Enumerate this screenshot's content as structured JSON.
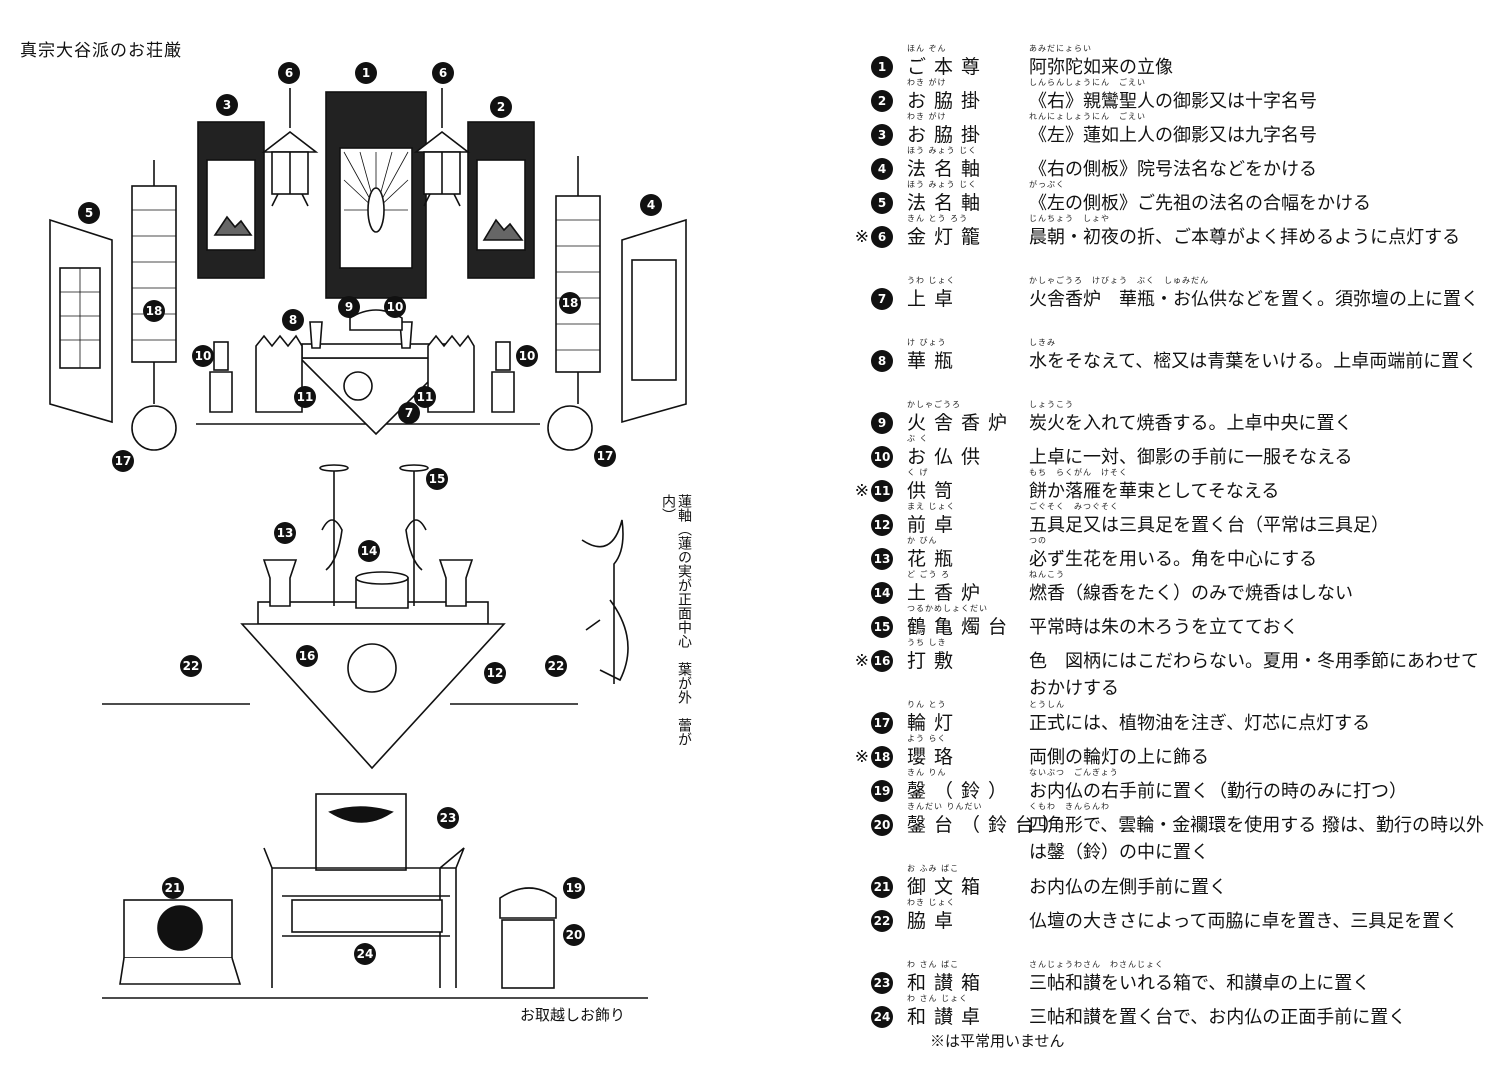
{
  "title": "真宗大谷派のお荘厳",
  "caption": "お取越しお飾り",
  "vertical_note": "蓮軸（蓮の実が正面中心　葉が外　蕾が内）",
  "footnote": "※は平常用いません",
  "items": [
    {
      "mark": "",
      "num": "1",
      "ruby": "ほん ぞん",
      "term": "ご本尊",
      "druby": "あみだにょらい",
      "desc": "阿弥陀如来の立像"
    },
    {
      "mark": "",
      "num": "2",
      "ruby": "わき がけ",
      "term": "お脇掛",
      "druby": "しんらんしょうにん　ごえい",
      "desc": "《右》親鸞聖人の御影又は十字名号"
    },
    {
      "mark": "",
      "num": "3",
      "ruby": "わき がけ",
      "term": "お脇掛",
      "druby": "れんにょしょうにん　ごえい",
      "desc": "《左》蓮如上人の御影又は九字名号"
    },
    {
      "mark": "",
      "num": "4",
      "ruby": "ほう みょう じく",
      "term": "法名軸",
      "druby": "",
      "desc": "《右の側板》院号法名などをかける"
    },
    {
      "mark": "",
      "num": "5",
      "ruby": "ほう みょう じく",
      "term": "法名軸",
      "druby": "がっぷく",
      "desc": "《左の側板》ご先祖の法名の合幅をかける"
    },
    {
      "mark": "※",
      "num": "6",
      "ruby": "きん とう ろう",
      "term": "金灯籠",
      "druby": "じんちょう　しょや",
      "desc": "晨朝・初夜の折、ご本尊がよく拝めるように点灯する"
    },
    {
      "mark": "",
      "num": "7",
      "ruby": "うわ じょく",
      "term": "上卓",
      "druby": "かしゃごうろ　けびょう　ぶく　しゅみだん",
      "desc": "火舎香炉　華瓶・お仏供などを置く。須弥壇の上に置く"
    },
    {
      "mark": "",
      "num": "8",
      "ruby": "け びょう",
      "term": "華瓶",
      "druby": "しきみ",
      "desc": "水をそなえて、樒又は青葉をいける。上卓両端前に置く"
    },
    {
      "mark": "",
      "num": "9",
      "ruby": "かしゃごうろ",
      "term": "火舎香炉",
      "druby": "しょうこう",
      "desc": "炭火を入れて焼香する。上卓中央に置く"
    },
    {
      "mark": "",
      "num": "10",
      "ruby": "ぶ く",
      "term": "お仏供",
      "druby": "",
      "desc": "上卓に一対、御影の手前に一服そなえる"
    },
    {
      "mark": "※",
      "num": "11",
      "ruby": "く げ",
      "term": "供笥",
      "druby": "もち　らくがん　けそく",
      "desc": "餅か落雁を華束としてそなえる"
    },
    {
      "mark": "",
      "num": "12",
      "ruby": "まえ じょく",
      "term": "前卓",
      "druby": "ごぐそく　みつぐそく",
      "desc": "五具足又は三具足を置く台（平常は三具足）"
    },
    {
      "mark": "",
      "num": "13",
      "ruby": "か びん",
      "term": "花瓶",
      "druby": "つの",
      "desc": "必ず生花を用いる。角を中心にする"
    },
    {
      "mark": "",
      "num": "14",
      "ruby": "ど ごう ろ",
      "term": "土香炉",
      "druby": "ねんこう",
      "desc": "燃香（線香をたく）のみで焼香はしない"
    },
    {
      "mark": "",
      "num": "15",
      "ruby": "つるかめしょくだい",
      "term": "鶴亀燭台",
      "druby": "",
      "desc": "平常時は朱の木ろうを立てておく"
    },
    {
      "mark": "※",
      "num": "16",
      "ruby": "うち しき",
      "term": "打敷",
      "druby": "",
      "desc": "色　図柄にはこだわらない。夏用・冬用季節にあわせておかけする"
    },
    {
      "mark": "",
      "num": "17",
      "ruby": "りん とう",
      "term": "輪灯",
      "druby": "とうしん",
      "desc": "正式には、植物油を注ぎ、灯芯に点灯する"
    },
    {
      "mark": "※",
      "num": "18",
      "ruby": "よう らく",
      "term": "瓔珞",
      "druby": "",
      "desc": "両側の輪灯の上に飾る"
    },
    {
      "mark": "",
      "num": "19",
      "ruby": "きん りん",
      "term": "鏧（鈴）",
      "druby": "ないぶつ　ごんぎょう",
      "desc": "お内仏の右手前に置く（勤行の時のみに打つ）"
    },
    {
      "mark": "",
      "num": "20",
      "ruby": "きんだい りんだい",
      "term": "鏧台（鈴台）",
      "druby": "くもわ　きんらんわ",
      "desc": "四角形で、雲輪・金襴環を使用する 撥は、勤行の時以外は鏧（鈴）の中に置く"
    },
    {
      "mark": "",
      "num": "21",
      "ruby": "お ふみ ばこ",
      "term": "御文箱",
      "druby": "",
      "desc": "お内仏の左側手前に置く"
    },
    {
      "mark": "",
      "num": "22",
      "ruby": "わき じょく",
      "term": "脇卓",
      "druby": "",
      "desc": "仏壇の大きさによって両脇に卓を置き、三具足を置く"
    },
    {
      "mark": "",
      "num": "23",
      "ruby": "わ さん ばこ",
      "term": "和讃箱",
      "druby": "さんじょうわさん　わさんじょく",
      "desc": "三帖和讃をいれる箱で、和讃卓の上に置く"
    },
    {
      "mark": "",
      "num": "24",
      "ruby": "わ さん じょく",
      "term": "和讃卓",
      "druby": "",
      "desc": "三帖和讃を置く台で、お内仏の正面手前に置く"
    }
  ],
  "markers": [
    "1",
    "2",
    "3",
    "4",
    "5",
    "6",
    "6",
    "7",
    "8",
    "9",
    "10",
    "10",
    "10",
    "11",
    "11",
    "12",
    "13",
    "14",
    "15",
    "16",
    "17",
    "17",
    "18",
    "18",
    "19",
    "20",
    "21",
    "22",
    "22",
    "23",
    "24"
  ]
}
